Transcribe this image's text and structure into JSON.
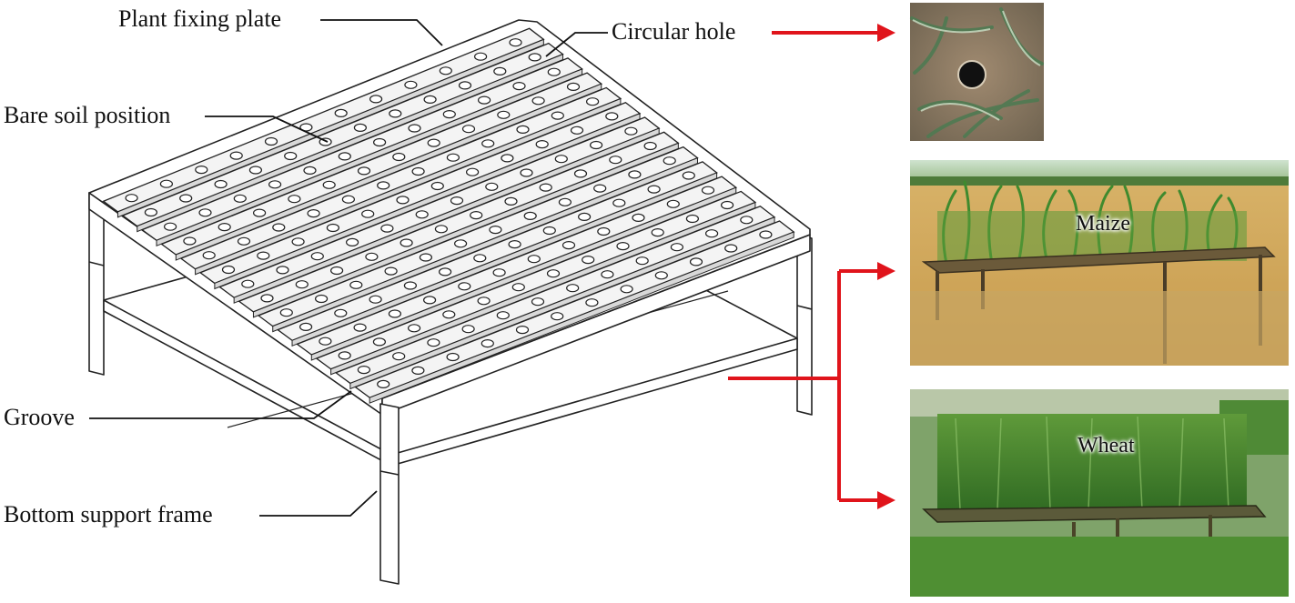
{
  "labels": {
    "plant_fixing_plate": "Plant fixing plate",
    "circular_hole": "Circular hole",
    "bare_soil_position": "Bare soil position",
    "groove": "Groove",
    "bottom_support_frame": "Bottom support frame"
  },
  "photos": {
    "maize": "Maize",
    "wheat": "Wheat"
  },
  "colors": {
    "arrow": "#e0141b",
    "leader": "#111111",
    "frame_stroke": "#222222"
  }
}
